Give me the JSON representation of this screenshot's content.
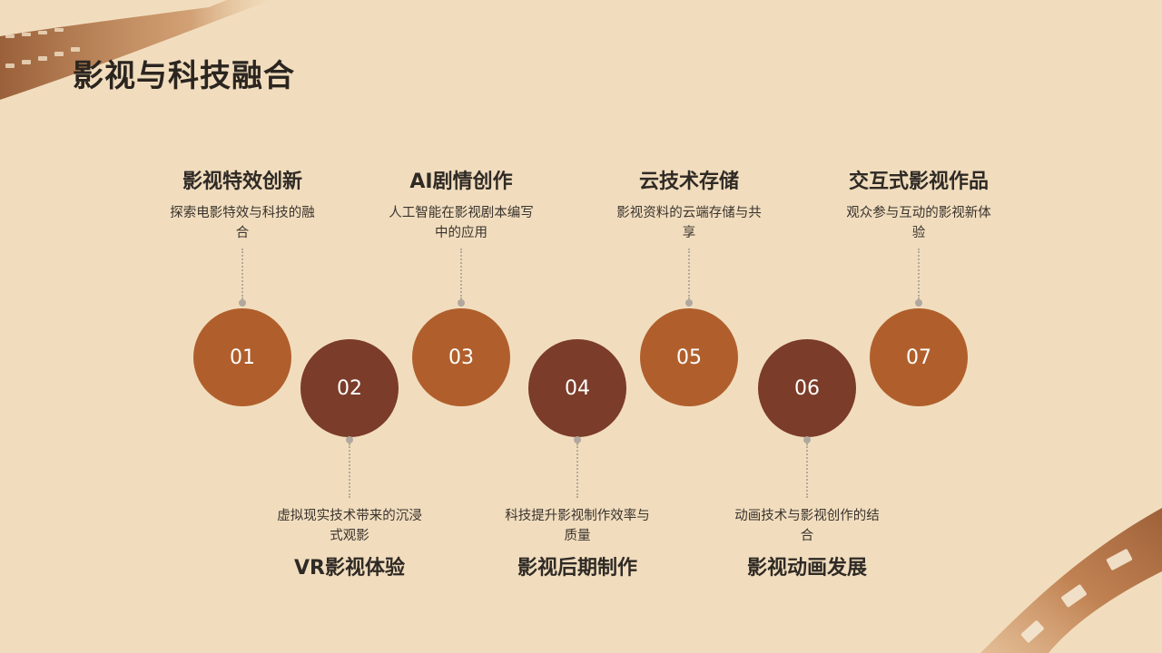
{
  "title": "影视与科技融合",
  "colors": {
    "background": "#f1ddbe",
    "accent_light": "#b05f2c",
    "accent_dark": "#7b3c29"
  },
  "items": [
    {
      "number": "01",
      "title": "影视特效创新",
      "desc_line1": "探索电影特效与科技的融",
      "desc_line2": "合"
    },
    {
      "number": "02",
      "title": "VR影视体验",
      "desc_line1": "虚拟现实技术带来的沉浸",
      "desc_line2": "式观影"
    },
    {
      "number": "03",
      "title": "AI剧情创作",
      "desc_line1": "人工智能在影视剧本编写",
      "desc_line2": "中的应用"
    },
    {
      "number": "04",
      "title": "影视后期制作",
      "desc_line1": "科技提升影视制作效率与",
      "desc_line2": "质量"
    },
    {
      "number": "05",
      "title": "云技术存储",
      "desc_line1": "影视资料的云端存储与共",
      "desc_line2": "享"
    },
    {
      "number": "06",
      "title": "影视动画发展",
      "desc_line1": "动画技术与影视创作的结",
      "desc_line2": "合"
    },
    {
      "number": "07",
      "title": "交互式影视作品",
      "desc_line1": "观众参与互动的影视新体",
      "desc_line2": "验"
    }
  ]
}
